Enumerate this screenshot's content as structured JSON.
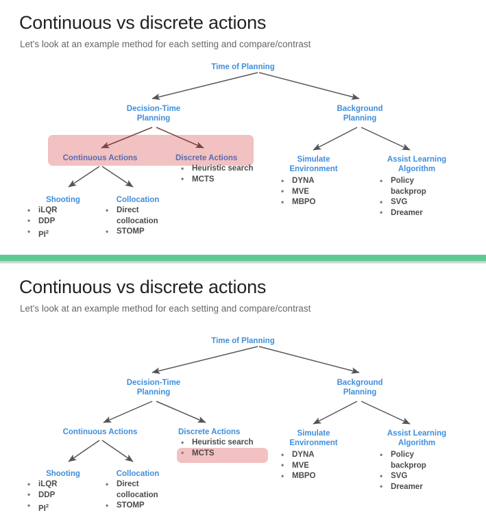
{
  "theme": {
    "node_blue": "#3E8EDC",
    "node_tinted": "#5A6BB0",
    "highlight_pink": "#F2C1C1",
    "arrow_gray": "#555555",
    "arrow_maroon": "#7B4343",
    "divider_green": "#5ECB92",
    "title_color": "#222222",
    "subtitle_color": "#666666",
    "bullet_text": "#4A4A4A"
  },
  "slides": [
    {
      "title": "Continuous vs discrete actions",
      "subtitle": "Let's look at an example method for each setting and compare/contrast",
      "highlight_target": "continuous-discrete-actions-row",
      "nodes": {
        "root": "Time of Planning",
        "decision_time": "Decision-Time Planning",
        "decision_time_l1": "Decision-Time",
        "decision_time_l2": "Planning",
        "background": "Background Planning",
        "background_l1": "Background",
        "background_l2": "Planning",
        "continuous_actions": "Continuous Actions",
        "discrete_actions": "Discrete Actions",
        "simulate_env_l1": "Simulate",
        "simulate_env_l2": "Environment",
        "assist_learning_l1": "Assist Learning",
        "assist_learning_l2": "Algorithm",
        "shooting": "Shooting",
        "collocation": "Collocation"
      },
      "bullets": {
        "discrete_actions": [
          "Heuristic search",
          "MCTS"
        ],
        "simulate_environment": [
          "DYNA",
          "MVE",
          "MBPO"
        ],
        "assist_learning": [
          "Policy backprop",
          "SVG",
          "Dreamer"
        ],
        "shooting": [
          "iLQR",
          "DDP",
          "PI2"
        ],
        "collocation": [
          "Direct collocation",
          "STOMP"
        ]
      },
      "labels": {
        "pi_base": "PI",
        "pi_sup": "2",
        "direct": "Direct",
        "collocation_cont": "collocation",
        "policy": "Policy",
        "backprop_cont": "backprop"
      }
    },
    {
      "title": "Continuous vs discrete actions",
      "subtitle": "Let's look at an example method for each setting and compare/contrast",
      "highlight_target": "mcts-bullet",
      "nodes": {
        "root": "Time of Planning",
        "decision_time_l1": "Decision-Time",
        "decision_time_l2": "Planning",
        "background_l1": "Background",
        "background_l2": "Planning",
        "continuous_actions": "Continuous Actions",
        "discrete_actions": "Discrete Actions",
        "simulate_env_l1": "Simulate",
        "simulate_env_l2": "Environment",
        "assist_learning_l1": "Assist Learning",
        "assist_learning_l2": "Algorithm",
        "shooting": "Shooting",
        "collocation": "Collocation"
      },
      "bullets": {
        "discrete_actions": [
          "Heuristic search",
          "MCTS"
        ],
        "simulate_environment": [
          "DYNA",
          "MVE",
          "MBPO"
        ],
        "assist_learning": [
          "Policy backprop",
          "SVG",
          "Dreamer"
        ],
        "shooting": [
          "iLQR",
          "DDP",
          "PI2"
        ],
        "collocation": [
          "Direct collocation",
          "STOMP"
        ]
      },
      "labels": {
        "pi_base": "PI",
        "pi_sup": "2",
        "direct": "Direct",
        "collocation_cont": "collocation",
        "policy": "Policy",
        "backprop_cont": "backprop"
      }
    }
  ]
}
